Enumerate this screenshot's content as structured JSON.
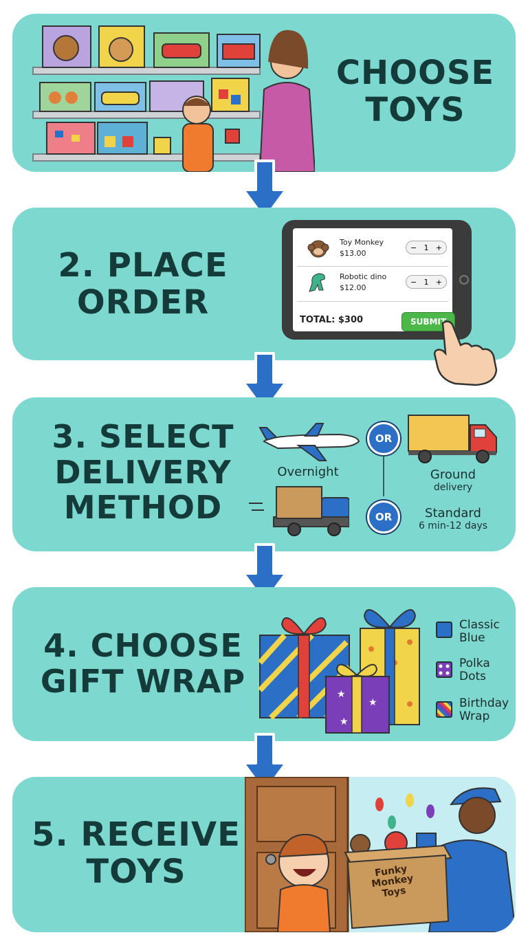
{
  "steps": {
    "s1": {
      "line1": "CHOOSE",
      "line2": "TOYS"
    },
    "s2": {
      "line1": "2. PLACE",
      "line2": "ORDER"
    },
    "s3": {
      "line1": "3. SELECT",
      "line2": "DELIVERY",
      "line3": "METHOD"
    },
    "s4": {
      "line1": "4. CHOOSE",
      "line2": "GIFT WRAP"
    },
    "s5": {
      "line1": "5. RECEIVE",
      "line2": "TOYS"
    }
  },
  "order": {
    "items": [
      {
        "name": "Toy Monkey",
        "price": "$13.00",
        "qty": "1"
      },
      {
        "name": "Robotic dino",
        "price": "$12.00",
        "qty": "1"
      }
    ],
    "minus": "−",
    "plus": "+",
    "total": "TOTAL: $300",
    "submit": "SUBMIT"
  },
  "delivery": {
    "or": "OR",
    "overnight": "Overnight",
    "ground_title": "Ground",
    "ground_sub": "delivery",
    "standard_title": "Standard",
    "standard_sub": "6 min-12 days"
  },
  "giftwrap": {
    "options": [
      {
        "line1": "Classic",
        "line2": "Blue"
      },
      {
        "line1": "Polka",
        "line2": "Dots"
      },
      {
        "line1": "Birthday",
        "line2": "Wrap"
      }
    ]
  },
  "box": {
    "line1": "Funky",
    "line2": "Monkey",
    "line3": "Toys"
  },
  "colors": {
    "panel": "#7dd9d0",
    "title": "#143a3a",
    "arrow": "#2b6fc7",
    "submit": "#4cb849"
  }
}
